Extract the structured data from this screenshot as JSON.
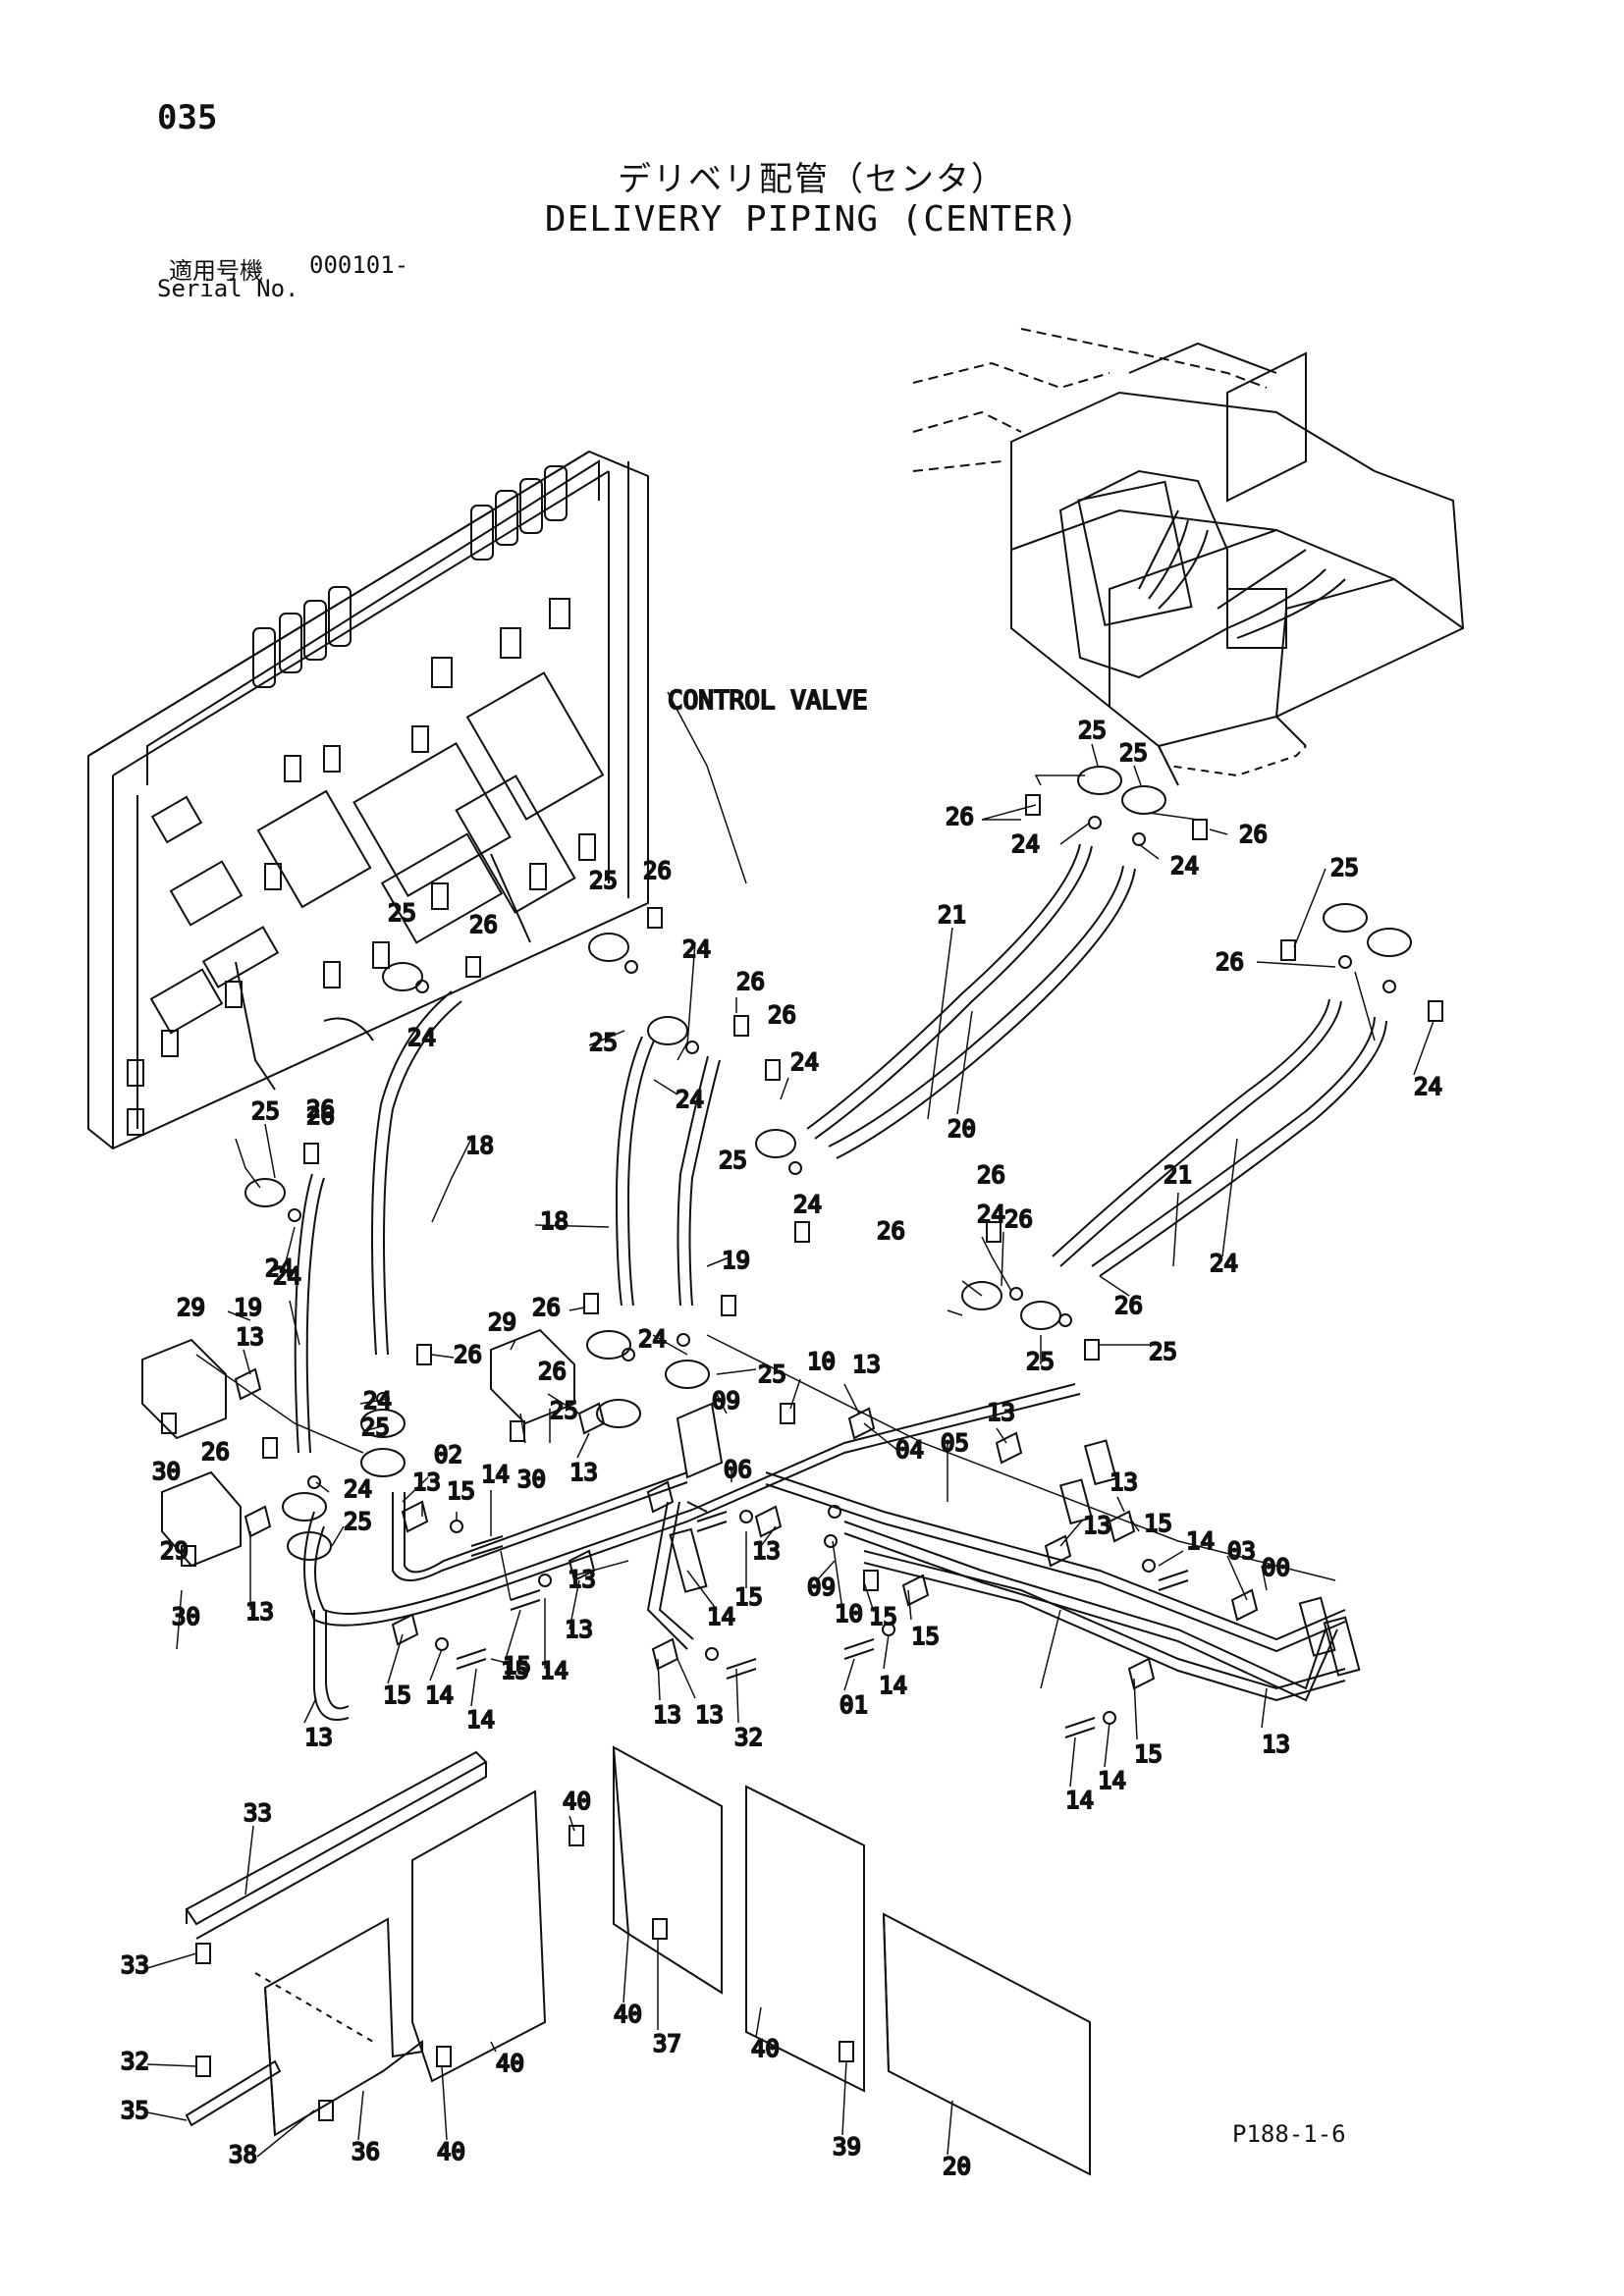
{
  "header": {
    "page_number": "035",
    "title_jp": "デリベリ配管（センタ）",
    "title_en": "DELIVERY PIPING (CENTER)",
    "serial_label_jp": "適用号機",
    "serial_value": "000101-",
    "serial_label_en": "Serial No."
  },
  "annotations": {
    "control_valve": "CONTROL VALVE"
  },
  "callouts": [
    "25",
    "25",
    "26",
    "24",
    "24",
    "26",
    "25",
    "26",
    "25",
    "26",
    "24",
    "24",
    "26",
    "25",
    "26",
    "24",
    "26",
    "25",
    "26",
    "24",
    "21",
    "20",
    "25",
    "26",
    "24",
    "18",
    "25",
    "24",
    "26",
    "18",
    "19",
    "26",
    "24",
    "25",
    "24",
    "26",
    "25",
    "24",
    "19",
    "29",
    "13",
    "30",
    "26",
    "24",
    "25",
    "02",
    "13",
    "15",
    "14",
    "29",
    "30",
    "13",
    "26",
    "25",
    "09",
    "10",
    "13",
    "06",
    "29",
    "30",
    "13",
    "13",
    "14",
    "15",
    "14",
    "15",
    "13",
    "09",
    "10",
    "13",
    "15",
    "04",
    "05",
    "13",
    "13",
    "15",
    "14",
    "13",
    "03",
    "00",
    "13",
    "15",
    "14",
    "14",
    "15",
    "13",
    "13",
    "15",
    "14",
    "01",
    "13",
    "15",
    "14",
    "14",
    "32",
    "33",
    "33",
    "32",
    "35",
    "36",
    "40",
    "40",
    "40",
    "38",
    "40",
    "37",
    "40",
    "39",
    "20",
    "21",
    "24",
    "26",
    "25",
    "25",
    "26",
    "24",
    "26",
    "24"
  ],
  "footer": {
    "code": "P188-1-6"
  }
}
